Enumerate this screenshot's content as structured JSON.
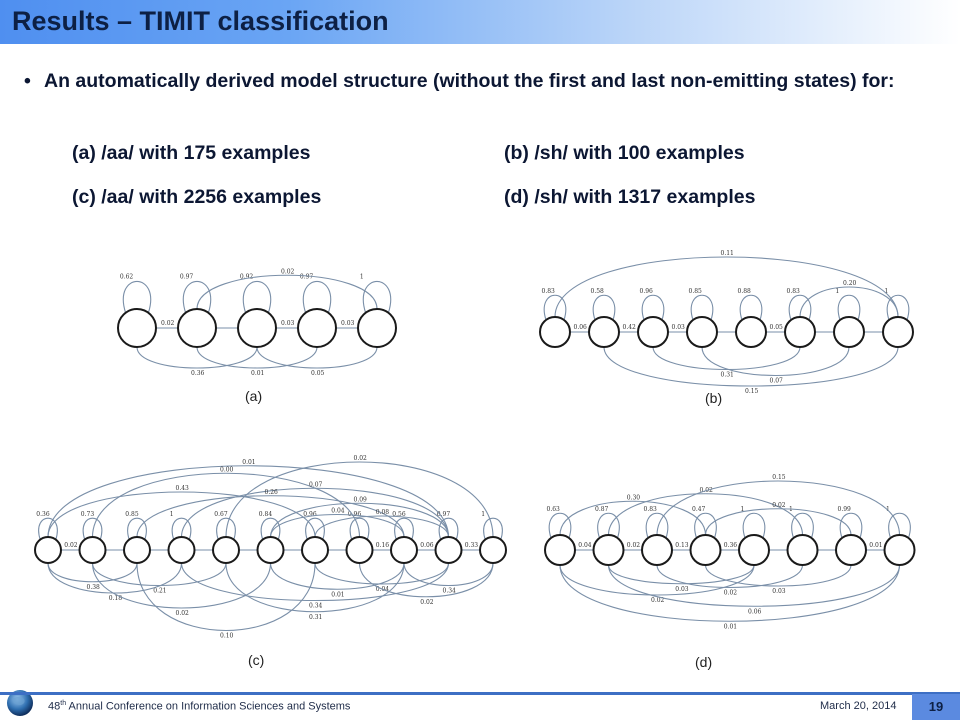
{
  "slide": {
    "title": "Results – TIMIT classification",
    "bullet": "An automatically derived model structure (without the first and last non-emitting states) for:",
    "cases": {
      "a": "(a) /aa/ with 175 examples",
      "b": "(b) /sh/ with 100 examples",
      "c": "(c) /aa/ with 2256 examples",
      "d": "(d) /sh/ with 1317 examples"
    }
  },
  "figures": {
    "a": {
      "caption": "(a)",
      "self": [
        "0.62",
        "0.97",
        "0.92",
        "0.97",
        "1"
      ],
      "fwd": [
        "0.02",
        "",
        "0.03",
        "0.03"
      ],
      "top": [
        "0.02"
      ],
      "bottom": [
        "0.36",
        "0.01",
        "0.05"
      ]
    },
    "b": {
      "caption": "(b)",
      "self": [
        "0.83",
        "0.58",
        "0.96",
        "0.85",
        "0.88",
        "0.83",
        "1",
        "1"
      ],
      "fwd": [
        "0.06",
        "0.42",
        "0.03",
        "",
        "0.05",
        "",
        "",
        ""
      ],
      "top": [
        "0.11",
        "0.20"
      ],
      "bottom": [
        "0.31",
        "0.07",
        "0.15"
      ]
    },
    "c": {
      "caption": "(c)",
      "self": [
        "0.36",
        "0.73",
        "0.85",
        "1",
        "0.67",
        "0.84",
        "0.96",
        "0.96",
        "0.56",
        "0.97",
        "1"
      ],
      "fwd": [
        "0.02",
        "",
        "",
        "",
        "",
        "",
        "",
        "0.16",
        "0.06",
        "0.33"
      ],
      "top": [
        "0.01",
        "0.00",
        "0.43",
        "0.02",
        "0.07",
        "0.26",
        "0.09",
        "0.04",
        "0.08"
      ],
      "bottom": [
        "0.38",
        "0.21",
        "0.18",
        "0.02",
        "0.34",
        "0.10",
        "0.31",
        "0.01",
        "0.04",
        "0.02",
        "0.34"
      ]
    },
    "d": {
      "caption": "(d)",
      "self": [
        "0.63",
        "0.87",
        "0.83",
        "0.47",
        "1",
        "1",
        "0.99",
        "1"
      ],
      "fwd": [
        "0.04",
        "0.02",
        "0.13",
        "0.36",
        "",
        "",
        "0.01"
      ],
      "top": [
        "0.30",
        "0.02",
        "0.15",
        "0.02"
      ],
      "bottom": [
        "0.03",
        "0.02",
        "0.02",
        "0.03",
        "0.06",
        "0.01"
      ]
    }
  },
  "footer": {
    "conference_pre": "48",
    "conference_sup": "th",
    "conference_post": " Annual Conference on Information Sciences and Systems",
    "date": "March 20, 2014",
    "page": "19"
  }
}
